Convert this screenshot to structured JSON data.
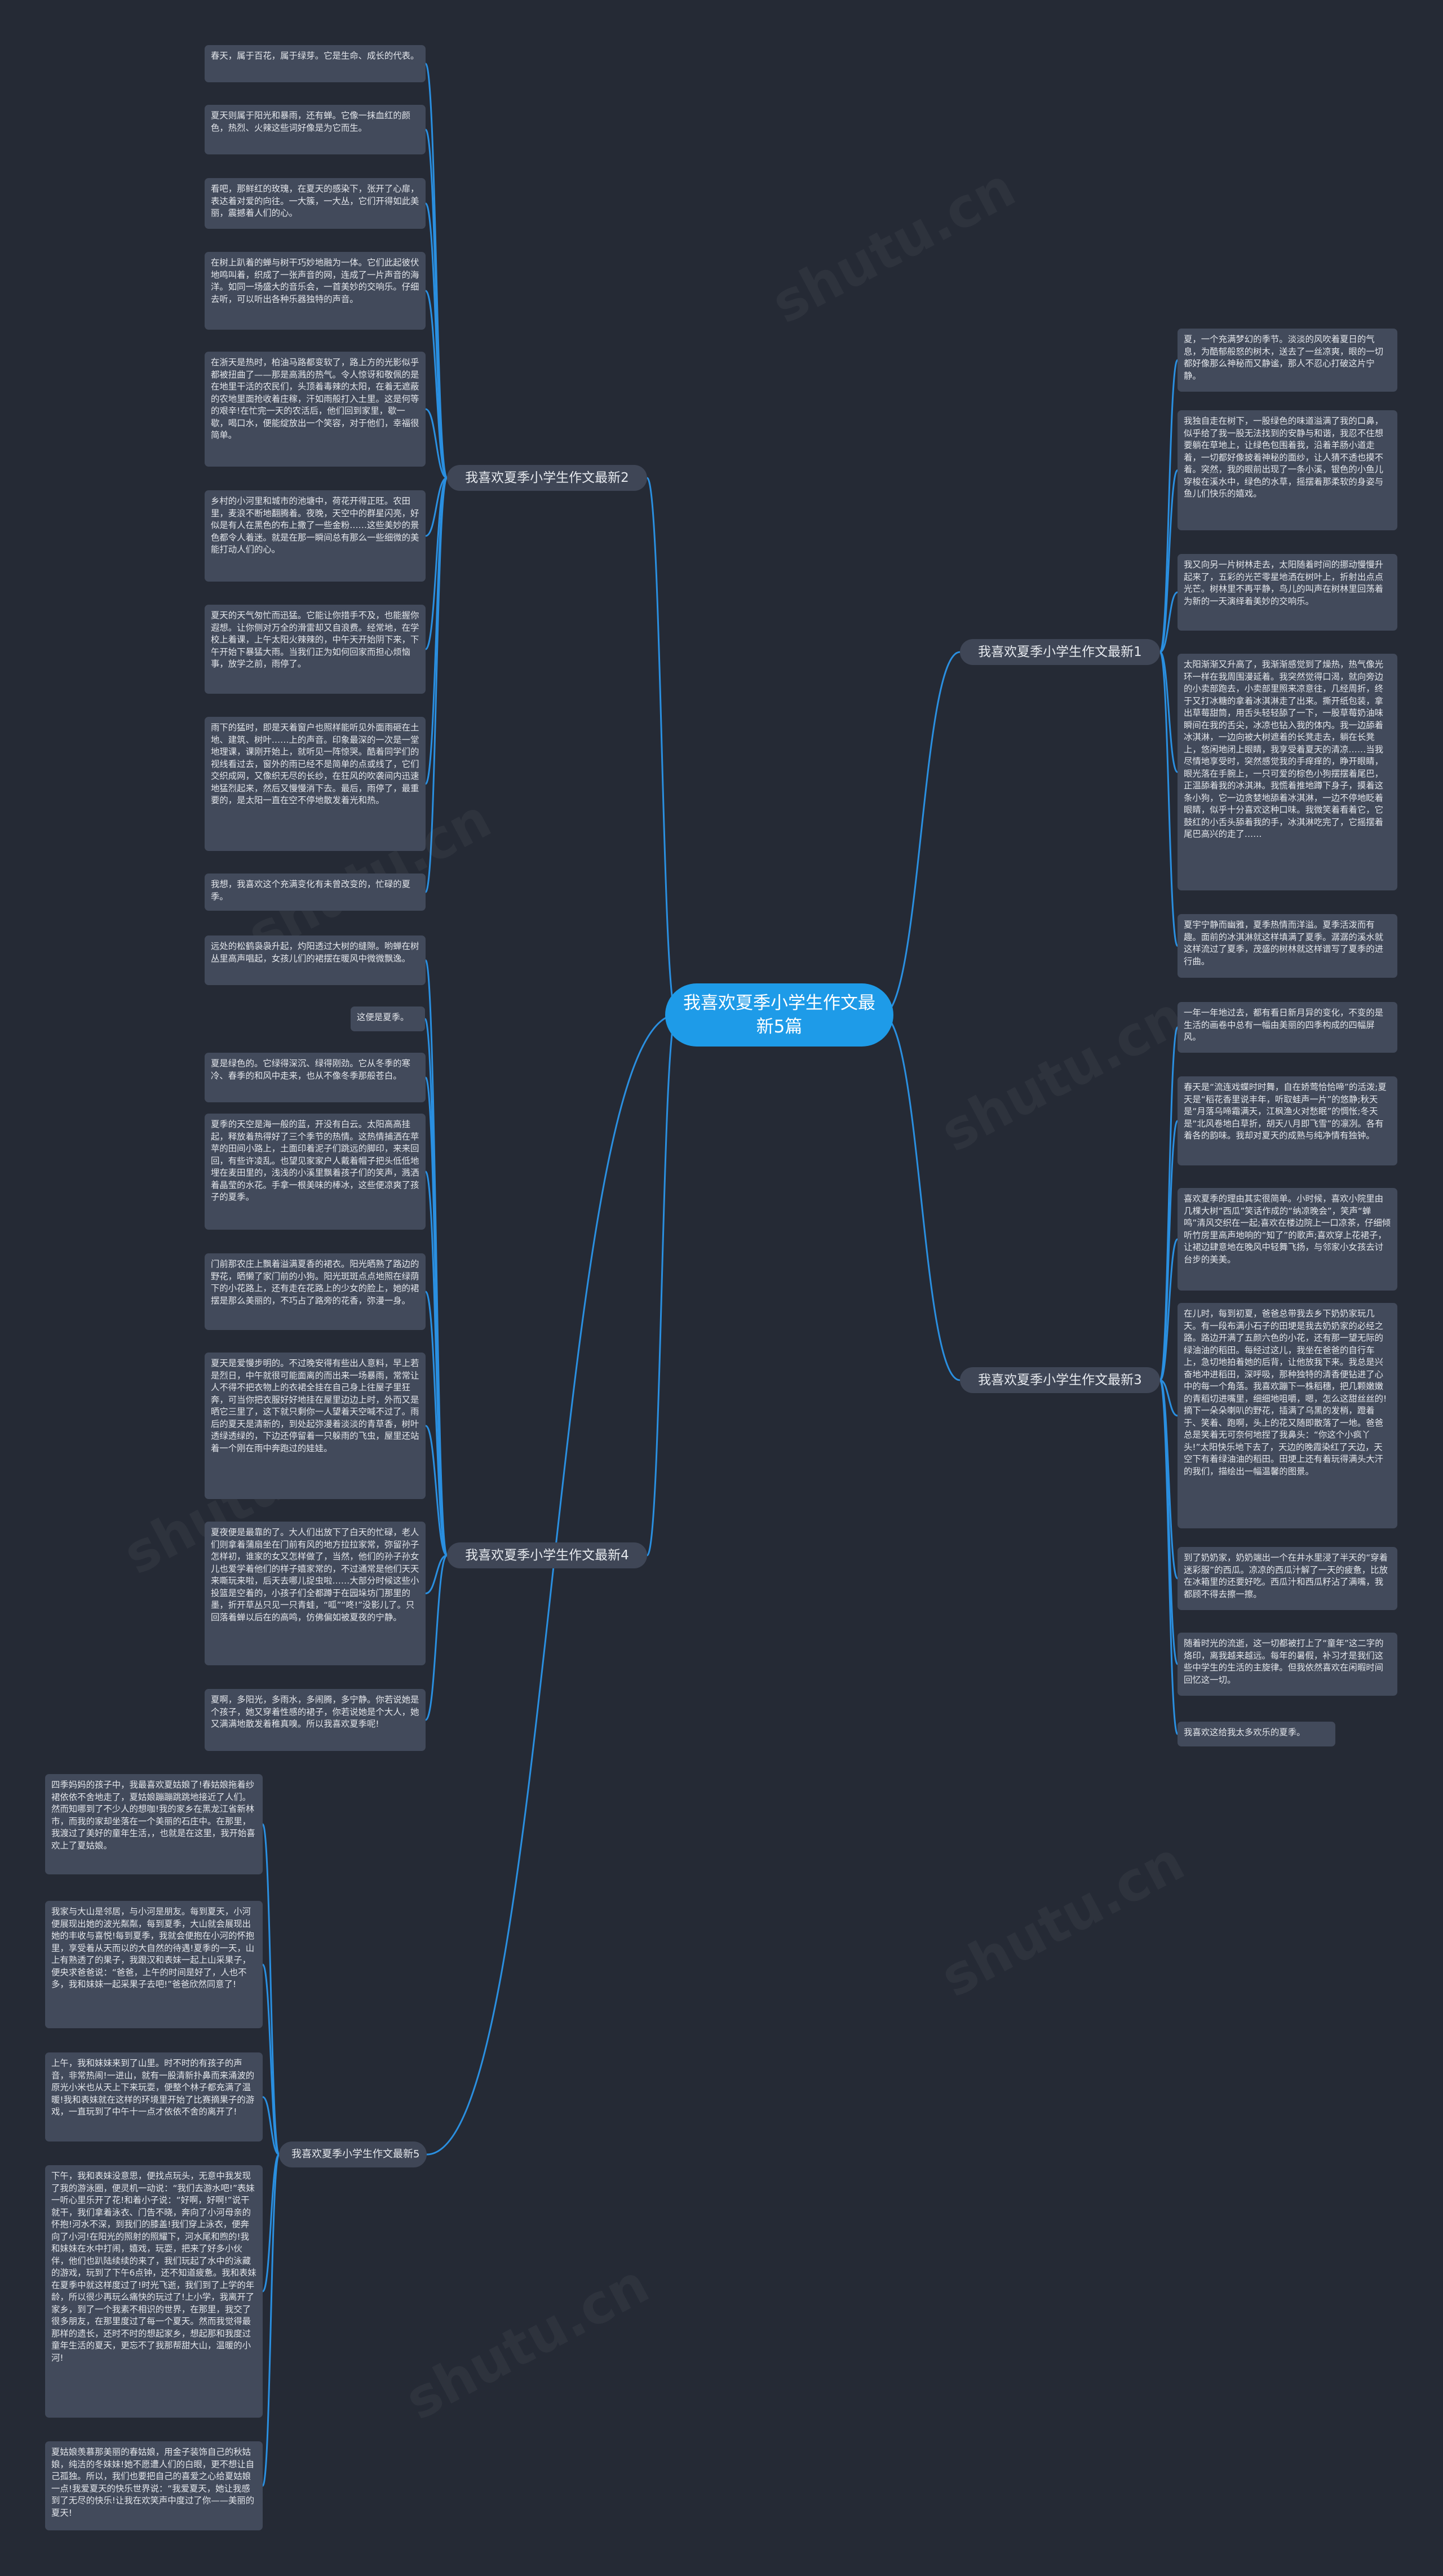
{
  "colors": {
    "background": "#252a35",
    "root": "#1e9be8",
    "branch": "#3f4656",
    "leaf": "#424a5b",
    "link": "#2a8fe0"
  },
  "root": {
    "label": "我喜欢夏季小学生作文最新5篇"
  },
  "branches": [
    {
      "label": "我喜欢夏季小学生作文最新1",
      "leaves": [
        "夏，一个充满梦幻的季节。淡淡的风吹着夏日的气息，为酷郁般怒的树木，送去了一丝凉爽，眼的一切都好像那么神秘而又静谧，那人不忍心打破这片宁静。",
        "我独自走在树下，一股绿色的味道溢满了我的口鼻，似乎给了我一股无法找到的安静与和谐，我忍不住想要躺在草地上，让绿色包围着我，沿着羊肠小道走着，一切都好像披着神秘的面纱，让人猜不透也摸不着。突然，我的眼前出现了一条小溪，银色的小鱼儿穿梭在溪水中，绿色的水草，摇摆着那柔软的身姿与鱼儿们快乐的嬉戏。",
        "我又向另一片树林走去，太阳随着时间的挪动慢慢升起来了，五彩的光芒零星地洒在树叶上，折射出点点光芒。树林里不再平静，鸟儿的叫声在树林里回荡着为新的一天演绎着美妙的交响乐。",
        "太阳渐渐又升高了，我渐渐感觉到了燥热，热气像光环一样在我周围漫延着。我突然觉得口渴，就向旁边的小卖部跑去，小卖部里照来凉意往，几经周折，终于又打冰糖的拿着冰淇淋走了出来。撕开纸包装，拿出草莓甜筒，用舌头轻轻舔了一下，一股草莓奶油味瞬间在我的舌尖，冰凉也钻入我的体内。我一边舔着冰淇淋，一边向被大树遮着的长凳走去，躺在长凳上，悠闲地闭上眼睛，我享受着夏天的清凉……当我尽情地享受时，突然感觉我的手痒痒的，睁开眼睛，眼光落在手腕上，一只可爱的棕色小狗摆摆着尾巴，正温舔着我的冰淇淋。我慌着推地蹲下身子，摸着这条小狗，它一边贪婪地舔着冰淇淋，一边不停地眨着眼睛，似乎十分喜欢这种口味。我微笑着看着它，它鼓红的小舌头舔着我的手，冰淇淋吃完了，它摇摆着尾巴高兴的走了……",
        "夏宇宁静而幽雅，夏季热情而洋溢。夏季活泼而有趣。面前的冰淇淋就这样填满了夏季。潺潺的溪水就这样流过了夏季，茂盛的树林就这样谱写了夏季的进行曲。"
      ]
    },
    {
      "label": "我喜欢夏季小学生作文最新2",
      "leaves": [
        "春天，属于百花，属于绿芽。它是生命、成长的代表。",
        "夏天则属于阳光和暴雨，还有蝉。它像一抹血红的颜色，热烈、火辣这些词好像是为它而生。",
        "看吧，那鲜红的玫瑰，在夏天的感染下，张开了心扉，表达着对爱的向往。一大簇，一大丛，它们开得如此美丽，震撼着人们的心。",
        "在树上趴着的蝉与树干巧妙地融为一体。它们此起彼伏地鸣叫着，织成了一张声音的网，连成了一片声音的海洋。如同一场盛大的音乐会，一首美妙的交响乐。仔细去听，可以听出各种乐器独特的声音。",
        "在浙天是热时，柏油马路都变软了，路上方的光影似乎都被扭曲了——那是高溅的热气。令人惊讶和敬佩的是在地里干活的农民们，头顶着毒辣的太阳，在着无遮蔽的农地里面抢收着庄稼，汗如雨般打入土里。这是何等的艰辛!在忙完一天的农活后，他们回到家里，歇一歇，喝口水，便能绽放出一个笑容，对于他们，幸福很简单。",
        "乡村的小河里和城市的池塘中，荷花开得正旺。农田里，麦浪不断地翻腾着。夜晚，天空中的群星闪亮，好似是有人在黑色的布上撒了一些金粉……这些美妙的景色都令人着迷。就是在那一瞬间总有那么一些细微的美能打动人们的心。",
        "夏天的天气匆忙而迅猛。它能让你措手不及，也能握你遐想。让你侧对万全的滑雷却又自浪费。经常地，在学校上着课，上午太阳火辣辣的，中午天开始阴下来，下午开始下暴猛大雨。当我们正为如何回家而担心烦恼事，放学之前，雨停了。",
        "雨下的猛时，即是天着窗户也照样能听见外面雨砸在土地、建筑、树叶……上的声音。印象最深的一次是一堂地理课，课刚开始上，就听见一阵惊哭。酷着同学们的视线看过去，窗外的雨已经不是简单的点或线了，它们交织成网，又像织无尽的长纱，在狂风的吹袭间内迅速地猛烈起来，然后又慢慢消下去。最后，雨停了，最重要的，是太阳一直在空不停地散发着光和热。",
        "我想，我喜欢这个充满变化有未曾改变的，忙碌的夏季。"
      ]
    },
    {
      "label": "我喜欢夏季小学生作文最新3",
      "leaves": [
        "一年一年地过去，都有看日新月异的变化，不变的是生活的画卷中总有一幅由美丽的四季构成的四幅屏风。",
        "春天是“流连戏蝶时时舞，自在娇莺恰恰啼”的活泼;夏天是“稻花香里说丰年，听取蛙声一片”的悠静;秋天是“月落乌啼霜满天，江枫渔火对愁眠”的惆怅;冬天是“北风卷地白草折，胡天八月即飞雪”的凛冽。各有着各的韵味。我却对夏天的成熟与纯净情有独钟。",
        "喜欢夏季的理由其实很简单。小时候，喜欢小院里由几棵大树“西瓜”笑话作成的“纳凉晚会”，笑声“蝉鸣”清风交织在一起;喜欢在楼边院上一口凉茶，仔细倾听竹房里高声地响的“知了”的歌声;喜欢穿上花裙子，让裙边肆意地在晚风中轻舞飞扬，与邻家小女孩去讨台步的美美。",
        "在儿时，每到初夏，爸爸总带我去乡下奶奶家玩几天。有一段布满小石子的田埂是我去奶奶家的必经之路。路边开满了五颜六色的小花，还有那一望无际的绿油油的稻田。每经过这儿，我坐在爸爸的自行车上，急切地拍着她的后背，让他放我下来。我总是兴奋地冲进稻田，深呼吸，那种独特的清香便钻进了心中的每一个角落。我喜欢蹦下一株稻穗，把几颗嫩嫩的青稻切进嘴里，细细地咀嚼，嗯，怎么这甜丝丝的!摘下一朵朵喇叭的野花，插满了乌黑的发梢，蹬着于、笑着、跑啊，头上的花又随即散落了一地。爸爸总是笑着无可奈何地捏了我鼻头：“你这个小疯丫头!”太阳快乐地下去了，天边的晚霞染红了天边，天空下有着绿油油的稻田。田埂上还有着玩得满头大汗的我们，描绘出一幅温馨的图景。",
        "到了奶奶家，奶奶端出一个在井水里浸了半天的“穿着迷彩服”的西瓜。凉凉的西瓜汁解了一天的疲惫，比放在冰箱里的还要好吃。西瓜汁和西瓜籽沾了满嘴，我都顾不得去擦一擦。",
        "随着时光的流逝，这一切都被打上了“童年”这二字的烙印，离我越来越远。每年的暑假，补习才是我们这些中学生的生活的主旋律。但我依然喜欢在闲暇时间回忆这一切。",
        "我喜欢这给我太多欢乐的夏季。"
      ]
    },
    {
      "label": "我喜欢夏季小学生作文最新4",
      "leaves": [
        "远处的松鹤袅袅升起，灼阳透过大树的缝隙。哟蝉在树丛里高声唱起，女孩儿们的裙摆在暖风中微微飘逸。",
        "这便是夏季。",
        "夏是绿色的。它绿得深沉、绿得刚劲。它从冬季的寒冷、春季的和风中走来，也从不像冬季那般苍白。",
        "夏季的天空是海一般的蓝，开没有白云。太阳高高挂起，释放着热得好了三个季节的热情。这热情捕洒在苹苹的田间小路上，土面印着泥子们跳远的脚印，来来回回，有些许凌乱。也望见家家户人戴着帽子把头低低地埋在麦田里的，浅浅的小溪里飘着孩子们的笑声，溅洒着晶莹的水花。手拿一根美味的棒冰，这些便凉爽了孩子的夏季。",
        "门前那农庄上飘着溢满夏香的裙衣。阳光晒熟了路边的野花，晒懒了家门前的小狗。阳光斑斑点点地照在绿荫下的小花路上，还有走在花路上的少女的脸上，她的裙摆是那么美丽的，不巧占了路旁的花香，弥漫一身。",
        "夏天是爱慢步明的。不过晚安得有些出人意料，早上若是烈日，中午就很可能面离的而出来一场暴雨，常常让人不得不把衣物上的衣裙全挂在自己身上往屋子里狂奔，可当你把衣服好好地挂在屋里边边上时，外而又是晒它三里了，这下就只剩你一人望着天空喊不过了。雨后的夏天是清新的，到处起弥漫着淡淡的青草香，树叶透绿透绿的，下边还停留着一只躲雨的飞虫，屋里还站着一个刚在雨中奔跑过的娃娃。",
        "夏夜便是最靠的了。大人们出放下了白天的忙碌，老人们则拿着蒲扇坐在门前有风的地方拉拉家常，弥留孙子怎样初，谁家的女又怎样做了，当然，他们的孙子孙女儿也爱学着他们的样子嬉家常的，不过通常是他们天天来嘶玩来啦，后天去哪儿捉虫啦……大部分时候这些小投篮是空着的，小孩子们全都蹲于在园垛坊门那里的墨，折开草丛只见一只青蛙，“呱”“咚!”没影儿了。只回落着蝉以后在的高鸣，仿佛偏如被夏夜的宁静。",
        "夏啊，多阳光，多雨水，多闹腾，多宁静。你若说她是个孩子，她又穿着性感的裙子，你若说她是个大人，她又满满地散发着稚真嗅。所以我喜欢夏季呢!"
      ]
    },
    {
      "label": "我喜欢夏季小学生作文最新5",
      "leaves": [
        "四季妈妈的孩子中，我最喜欢夏姑娘了!春姑娘拖着纱裙依依不舍地走了，夏姑娘蹦蹦跳跳地接近了人们。然而知哪到了不少人的想咖!我的家乡在黑龙江省新林市，而我的家却坐落在一个美丽的石庄中。在那里，我渡过了美好的童年生活，，也就是在这里，我开始喜欢上了夏姑娘。",
        "我家与大山是邻居，与小河是朋友。每到夏天，小河便展现出她的波光粼粼，每到夏季，大山就会展现出她的丰收与喜悦!每到夏季，我就会便抱在小河的怀抱里，享受着从天而以的大自然的待遇!夏季的一天，山上有熟透了的果子，我跟汉和表妹一起上山采果子，便央求爸爸说：“爸爸，上午的时间是好了，人也不多，我和妹妹一起采果子去吧!”爸爸欣然同意了!",
        "上午，我和妹妹来到了山里。时不时的有孩子的声音，非常热闹!一进山，就有一股清新扑鼻而来涌波的原光小米也从天上下来玩耍，便整个林子都充满了温暖!我和表妹就在这样的环境里开始了比赛摘果子的游戏，一直玩到了中午十一点才依依不舍的离开了!",
        "下午，我和表妹没意思，便找点玩头，无意中我发现了我的游泳圈，便灵机一动说：“我们去游水吧!”表妹一听心里乐开了花!和着小子说：“好啊，好啊!”说干就干，我们拿着泳衣、门告不晓，奔向了小河母亲的怀抱!河水不深，到我们的膝盖!我们穿上泳衣，便奔向了小河!在阳光的照射的照耀下，河水尾和煦的!我和妹妹在水中打闹，嬉戏，玩耍，把来了好多小伙伴，他们也趴陆续续的来了，我们玩起了水中的泳藏的游戏，玩到了下午6点钟，还不知道疲惫。我和表妹在夏季中就这样度过了!时光飞逝，我们到了上学的年龄，所以很少再玩么痛快的玩过了!上小学，我离开了家乡，到了一个我素不相识的世界，在那里，我交了很多朋友，在那里度过了每一个夏天。然而我觉得最那样的遗长，还时不时的想起家乡，想起那和我度过童年生活的夏天，更忘不了我那帮甜大山，温暖的小河!",
        "夏姑娘羡慕那美丽的春姑娘，用金子装饰自己的秋姑娘，纯洁的冬妹妹!她不愿遭人们的白眼，更不想让自己孤独。所以，我们也要把自己的喜爱之心给夏姑娘一点!我爱夏天的快乐世界说：“我爱夏天，她让我感到了无尽的快乐!让我在欢笑声中度过了你——美丽的夏天!"
      ]
    }
  ]
}
